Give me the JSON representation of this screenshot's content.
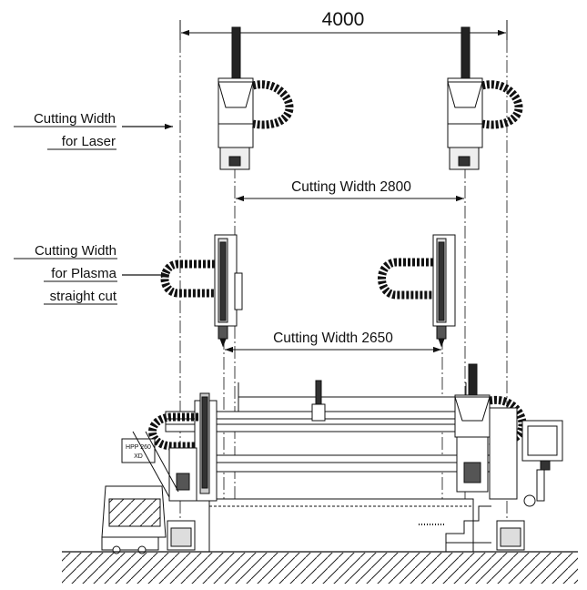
{
  "dimensions": {
    "overall": "4000",
    "laser_width": "Cutting Width 2800",
    "plasma_width": "Cutting Width 2650"
  },
  "labels": {
    "laser": [
      "Cutting Width",
      "for Laser"
    ],
    "plasma": [
      "Cutting Width",
      "for Plasma",
      "straight cut"
    ]
  },
  "machine": {
    "badge_line1": "HPP 260",
    "badge_line2": "XD"
  }
}
